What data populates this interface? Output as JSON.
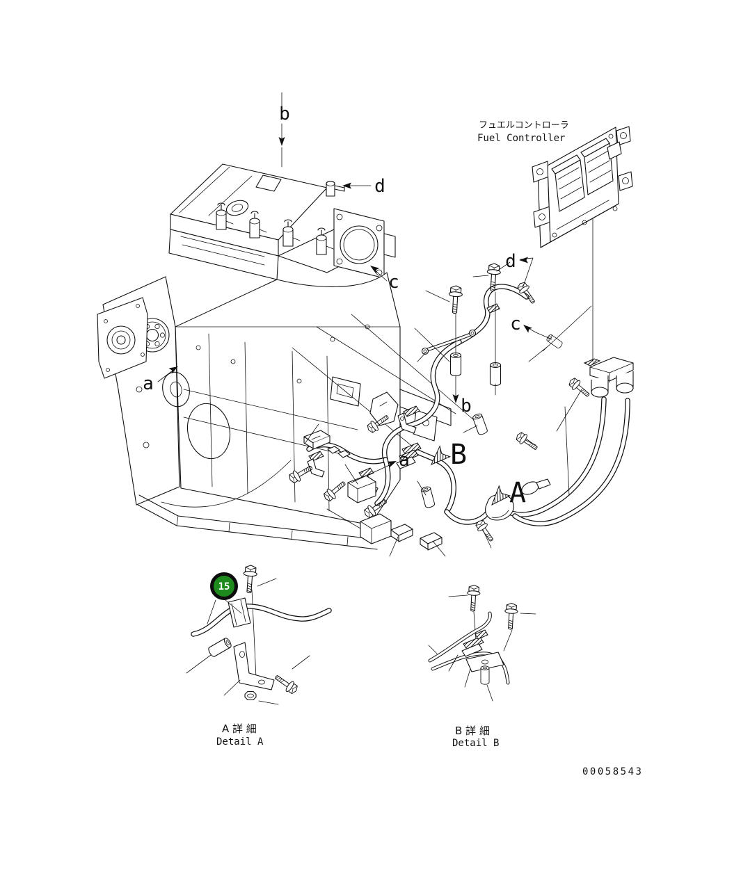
{
  "page": {
    "background": "#ffffff",
    "line_color": "#111111"
  },
  "fuel_controller": {
    "label_jp": "フュエルコントローラ",
    "label_en": "Fuel Controller"
  },
  "callouts": {
    "b_top": "b",
    "d_top": "d",
    "c_engine": "c",
    "a_engine": "a",
    "d_ref": "d",
    "c_ref": "c",
    "b_ref": "b",
    "a_ref": "a",
    "view_B": "B",
    "view_A": "A"
  },
  "part_badge": {
    "number": "15",
    "fill": "#1e8a1e",
    "ring": "#0d0d0d",
    "text_color": "#ffffff"
  },
  "details": {
    "detail_a": {
      "title_jp": "A 詳 細",
      "title_en": "Detail A"
    },
    "detail_b": {
      "title_jp": "B 詳 細",
      "title_en": "Detail B"
    }
  },
  "footer": {
    "document_number": "00058543"
  }
}
